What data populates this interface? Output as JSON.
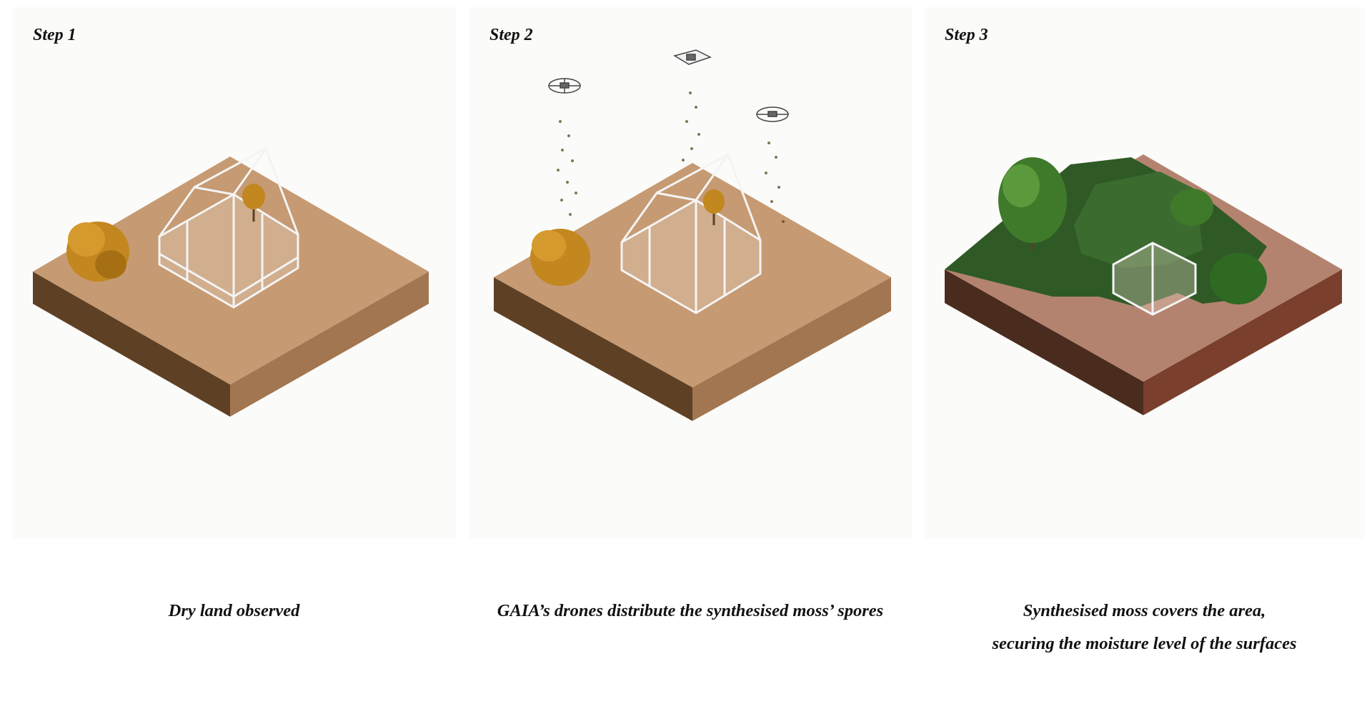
{
  "steps": [
    {
      "label": "Step 1",
      "caption_lines": [
        "Dry land observed"
      ]
    },
    {
      "label": "Step 2",
      "caption_lines": [
        "GAIA’s drones distribute the synthesised moss’ spores"
      ]
    },
    {
      "label": "Step 3",
      "caption_lines": [
        "Synthesised moss covers the area,",
        "securing the moisture level of the surfaces"
      ]
    }
  ],
  "colors": {
    "sand_top": "#c69a72",
    "sand_side_left": "#5e4025",
    "sand_side_right": "#a27650",
    "soil_top": "#b4836f",
    "soil_side_left": "#4a2c1e",
    "soil_side_right": "#7a3f2d",
    "moss": "#2f5a25",
    "autumn_tree": "#c2871f",
    "green_tree": "#3f7a2a",
    "greenhouse": "#ffffff",
    "spores": "#5a4a20"
  },
  "icons": [
    "drone-icon",
    "greenhouse-icon",
    "tree-icon",
    "spore-particles"
  ]
}
